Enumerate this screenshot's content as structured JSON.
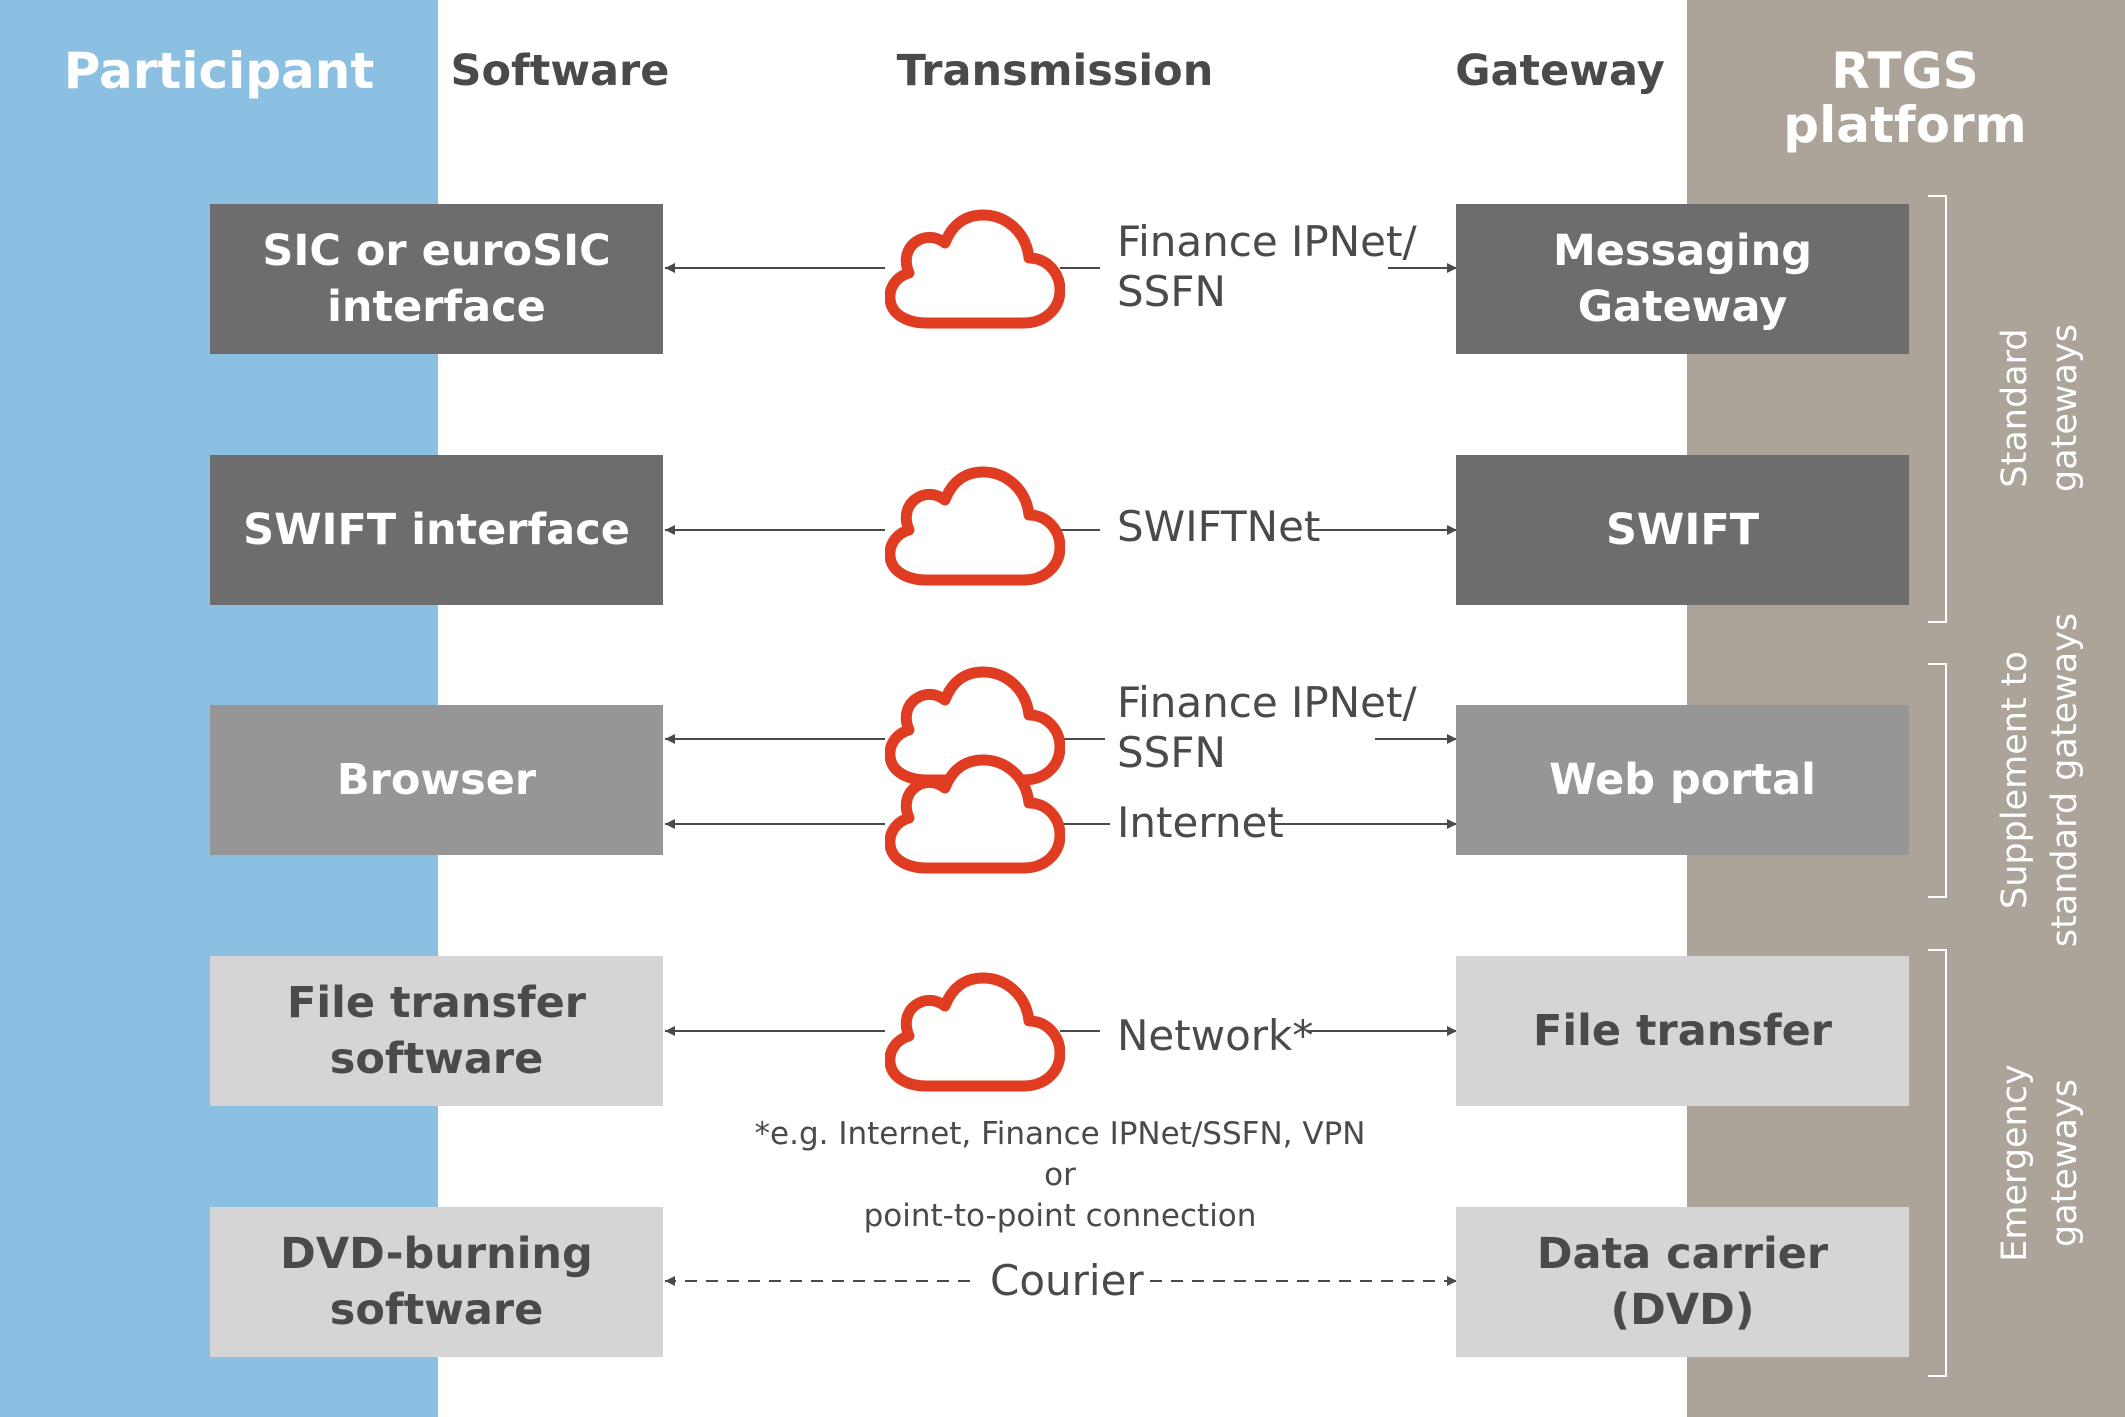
{
  "colors": {
    "participant_band": "#8bc0e2",
    "rtgs_band": "#aca399",
    "box_dark": "#6d6d6d",
    "box_mid": "#969696",
    "box_light": "#d5d5d5",
    "text_dark": "#4a4a4a",
    "cloud": "#e03c22",
    "arrow": "#4a4a4a",
    "bracket": "#ffffff"
  },
  "columns": {
    "participant": "Participant",
    "software": "Software",
    "transmission": "Transmission",
    "gateway": "Gateway",
    "rtgs": "RTGS\nplatform"
  },
  "rows": [
    {
      "software": "SIC or euroSIC\ninterface",
      "network": "Finance IPNet/\nSSFN",
      "gateway": "Messaging\nGateway",
      "shade": "dark"
    },
    {
      "software": "SWIFT interface",
      "network": "SWIFTNet",
      "gateway": "SWIFT",
      "shade": "dark"
    },
    {
      "software": "Browser",
      "network": "Finance IPNet/\nSSFN",
      "network2": "Internet",
      "gateway": "Web portal",
      "shade": "mid"
    },
    {
      "software": "File transfer\nsoftware",
      "network": "Network*",
      "gateway": "File transfer",
      "shade": "light"
    },
    {
      "software": "DVD-burning\nsoftware",
      "network": "Courier",
      "gateway": "Data carrier\n(DVD)",
      "shade": "light"
    }
  ],
  "footnote": "*e.g. Internet, Finance IPNet/SSFN, VPN or\npoint-to-point connection",
  "categories": {
    "standard": "Standard\ngateways",
    "supplement": "Supplement to\nstandard gateways",
    "emergency": "Emergency\ngateways"
  },
  "icons": {
    "cloud": "cloud-icon",
    "arrow": "arrow-head-icon",
    "bracket": "bracket"
  }
}
